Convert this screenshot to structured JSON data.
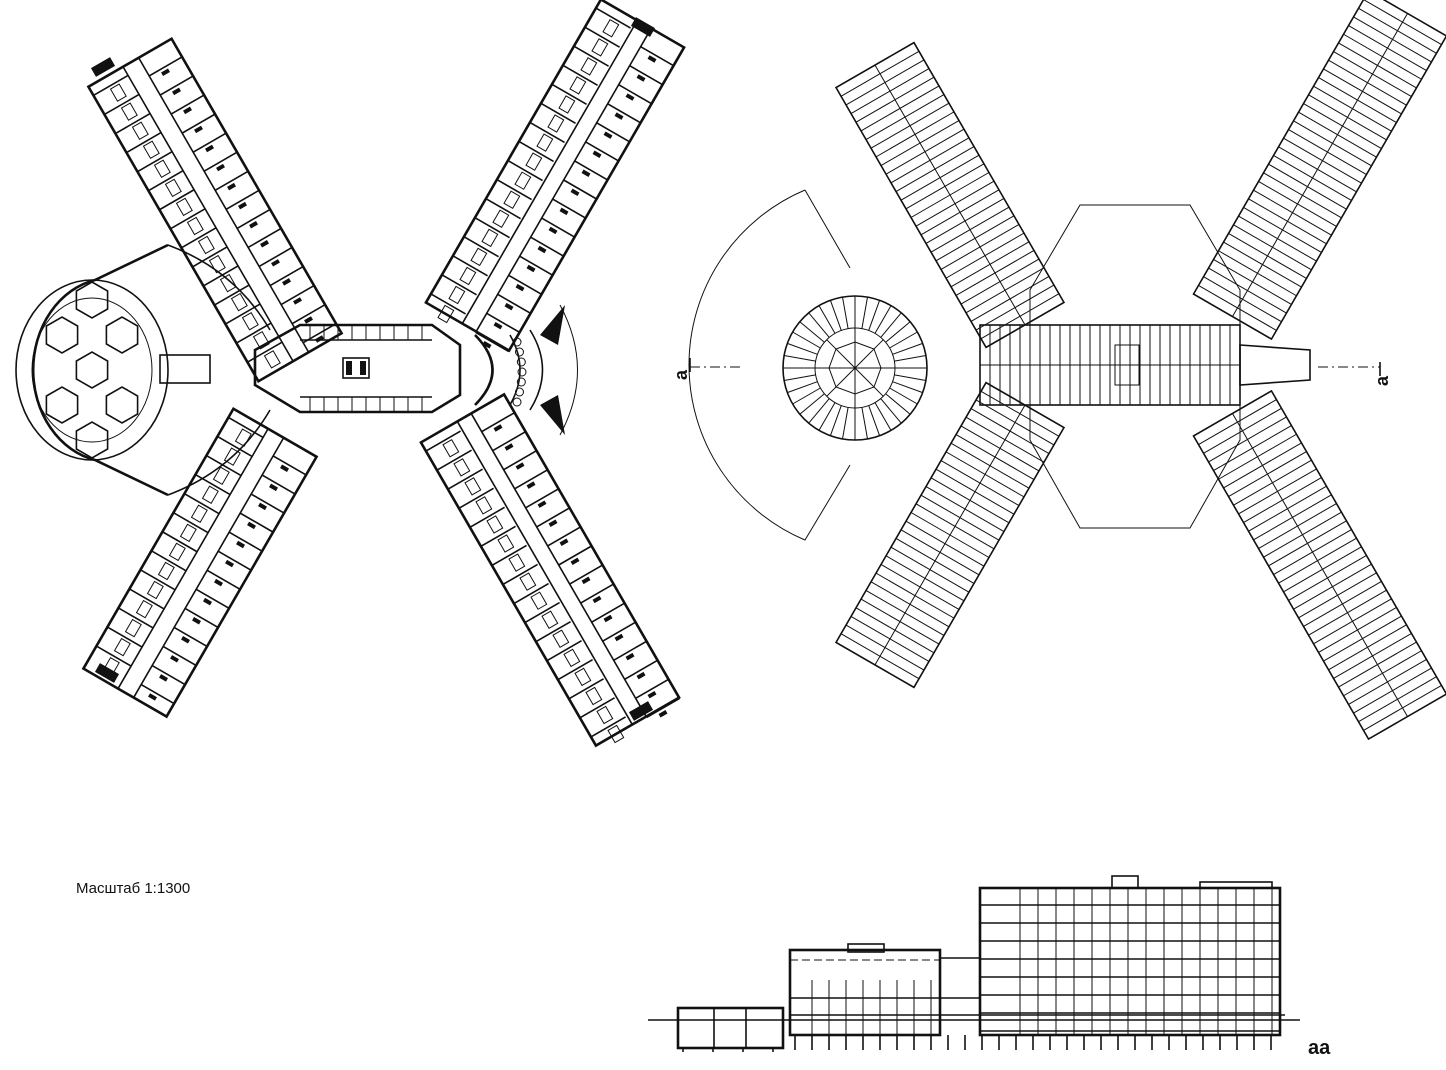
{
  "labels": {
    "scale": "Масштаб 1:1300",
    "section_mark_left": "a",
    "section_mark_right": "a",
    "section_title": "aa"
  },
  "colors": {
    "ink": "#111111",
    "paper": "#ffffff"
  }
}
